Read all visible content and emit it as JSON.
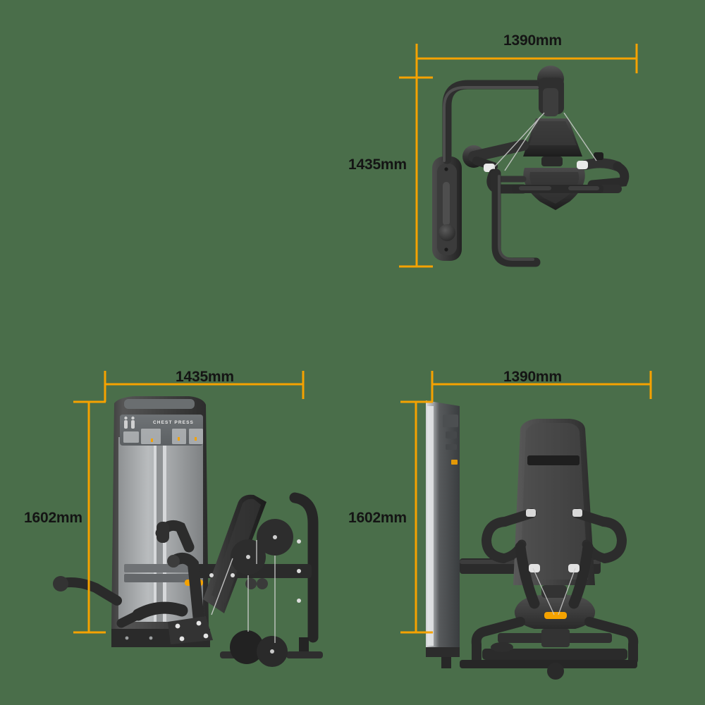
{
  "page": {
    "background_color": "#4a6e4a",
    "dimension_line_color": "#f5a200",
    "label_text_color": "#141414",
    "product_name": "CHEST PRESS",
    "unit": "mm"
  },
  "views": [
    {
      "id": "top-view",
      "name": "top-view",
      "width_label": "1390mm",
      "height_label": "1435mm",
      "width_value": 1390,
      "height_value": 1435
    },
    {
      "id": "side-view",
      "name": "side-view",
      "width_label": "1435mm",
      "height_label": "1602mm",
      "width_value": 1435,
      "height_value": 1602,
      "decal_title": "CHEST PRESS"
    },
    {
      "id": "front-view",
      "name": "front-view",
      "width_label": "1390mm",
      "height_label": "1602mm",
      "width_value": 1390,
      "height_value": 1602
    }
  ]
}
